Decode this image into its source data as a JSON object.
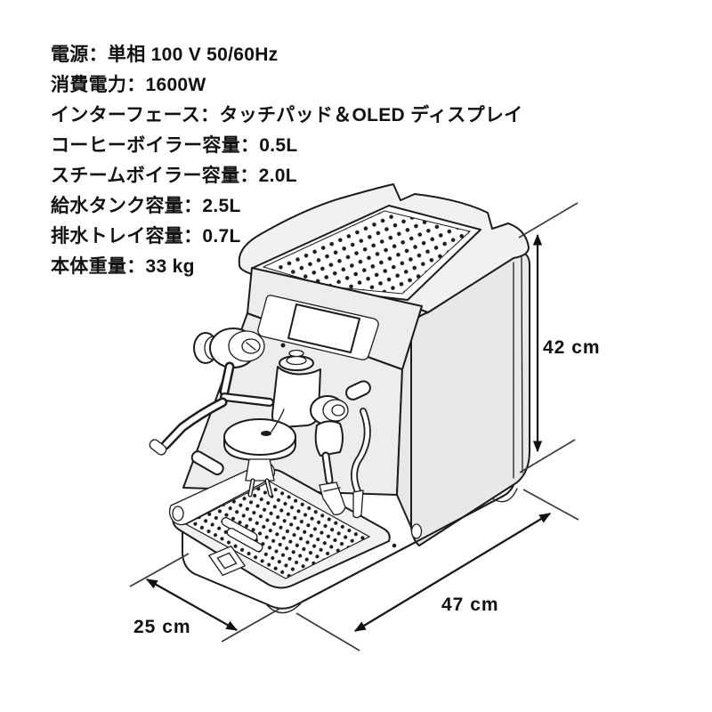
{
  "specs": {
    "lines": [
      "電源：単相 100 V 50/60Hz",
      "消費電力：1600W",
      "インターフェース：タッチパッド＆OLED ディスプレイ",
      "コーヒーボイラー容量：0.5L",
      "スチームボイラー容量：2.0L",
      "給水タンク容量：2.5L",
      "排水トレイ容量：0.7L",
      "本体重量：33 kg"
    ]
  },
  "diagram": {
    "description": "Isometric technical line drawing of a single-group espresso machine with cup warmer top, OLED display panel, two pressure gauges, group head with portafilter, steam wands and perforated drip tray",
    "dimensions": {
      "height": "42 cm",
      "depth": "47 cm",
      "width": "25 cm"
    },
    "colors": {
      "ink": "#1c1c1c",
      "panel": "#e8e8e8",
      "panel-light": "#f1f1f1",
      "paper": "#ffffff"
    }
  }
}
